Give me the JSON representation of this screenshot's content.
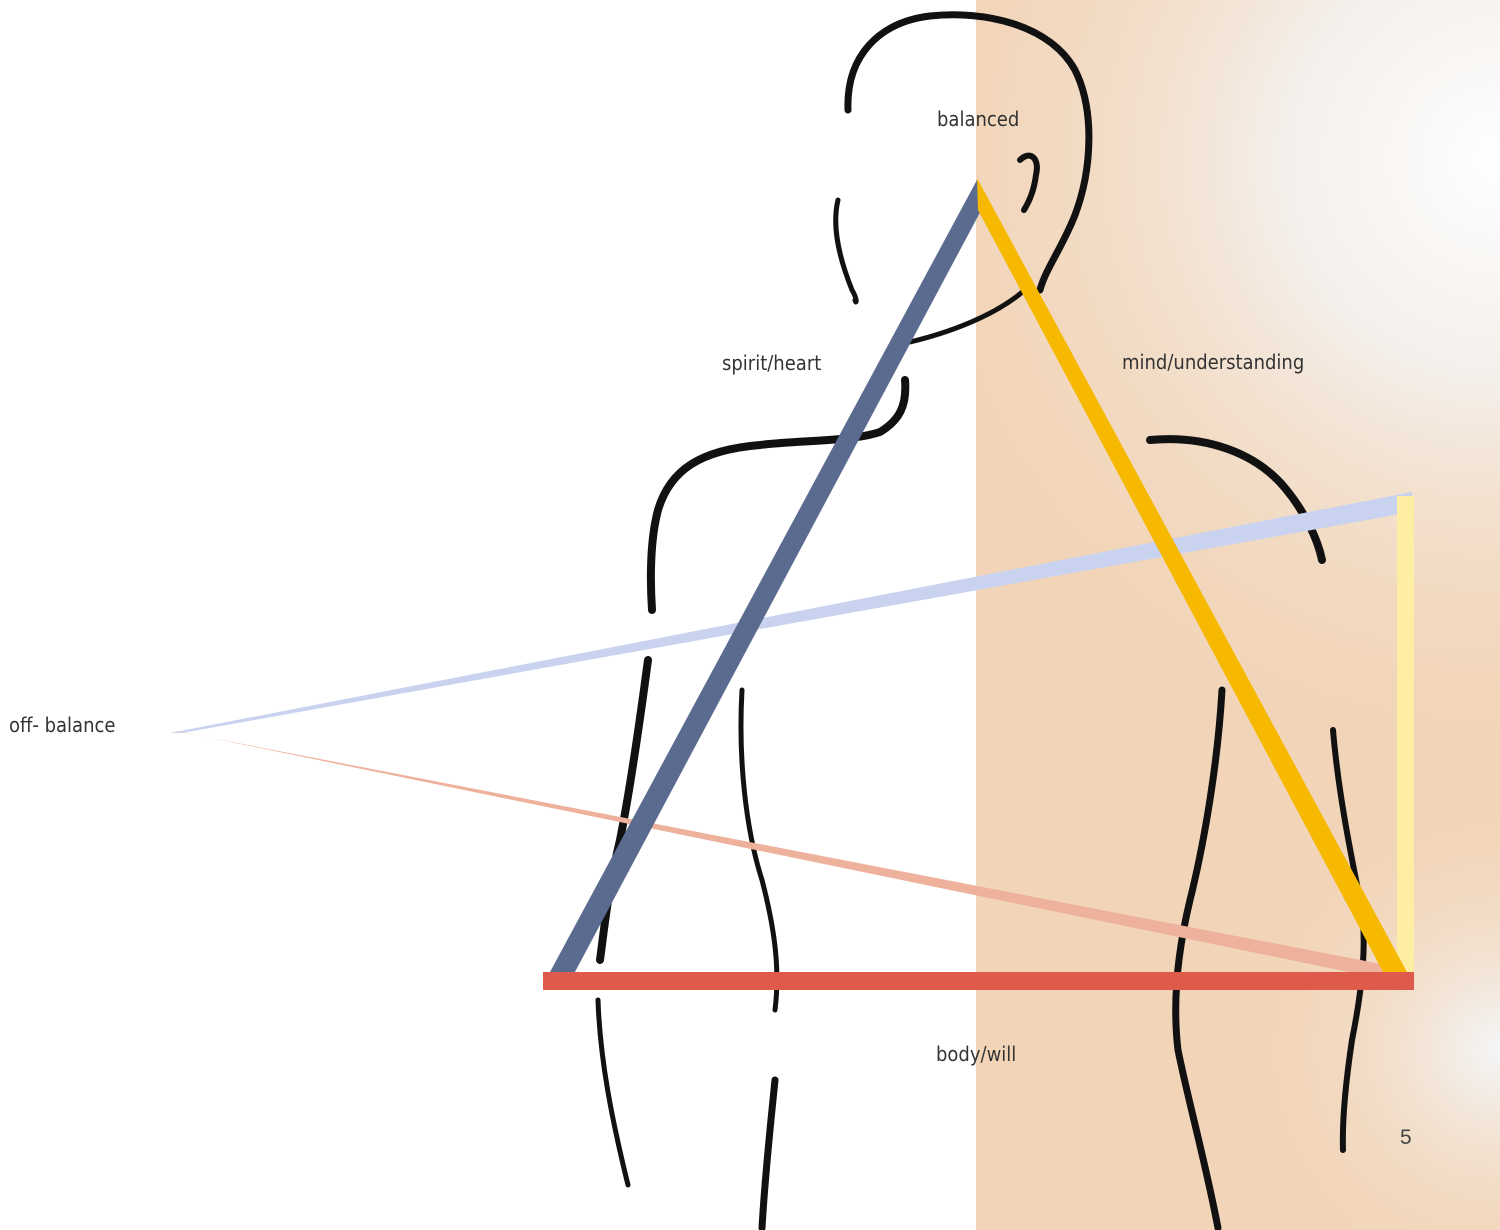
{
  "labels": {
    "apex": "balanced",
    "left_side": "spirit/heart",
    "right_side": "mind/understanding",
    "off_balance": "off- balance",
    "base": "body/will"
  },
  "page_number": "5",
  "colors": {
    "spirit_heart": "#5b6a8f",
    "mind_understanding": "#f7b800",
    "body_will": "#de5b4c",
    "off_balance_upper": "#c9d3ef",
    "off_balance_lower": "#edb19c",
    "vertical_line": "#fdeea4",
    "background_panel": "#f2d5b8",
    "figure_outline": "#111111"
  }
}
